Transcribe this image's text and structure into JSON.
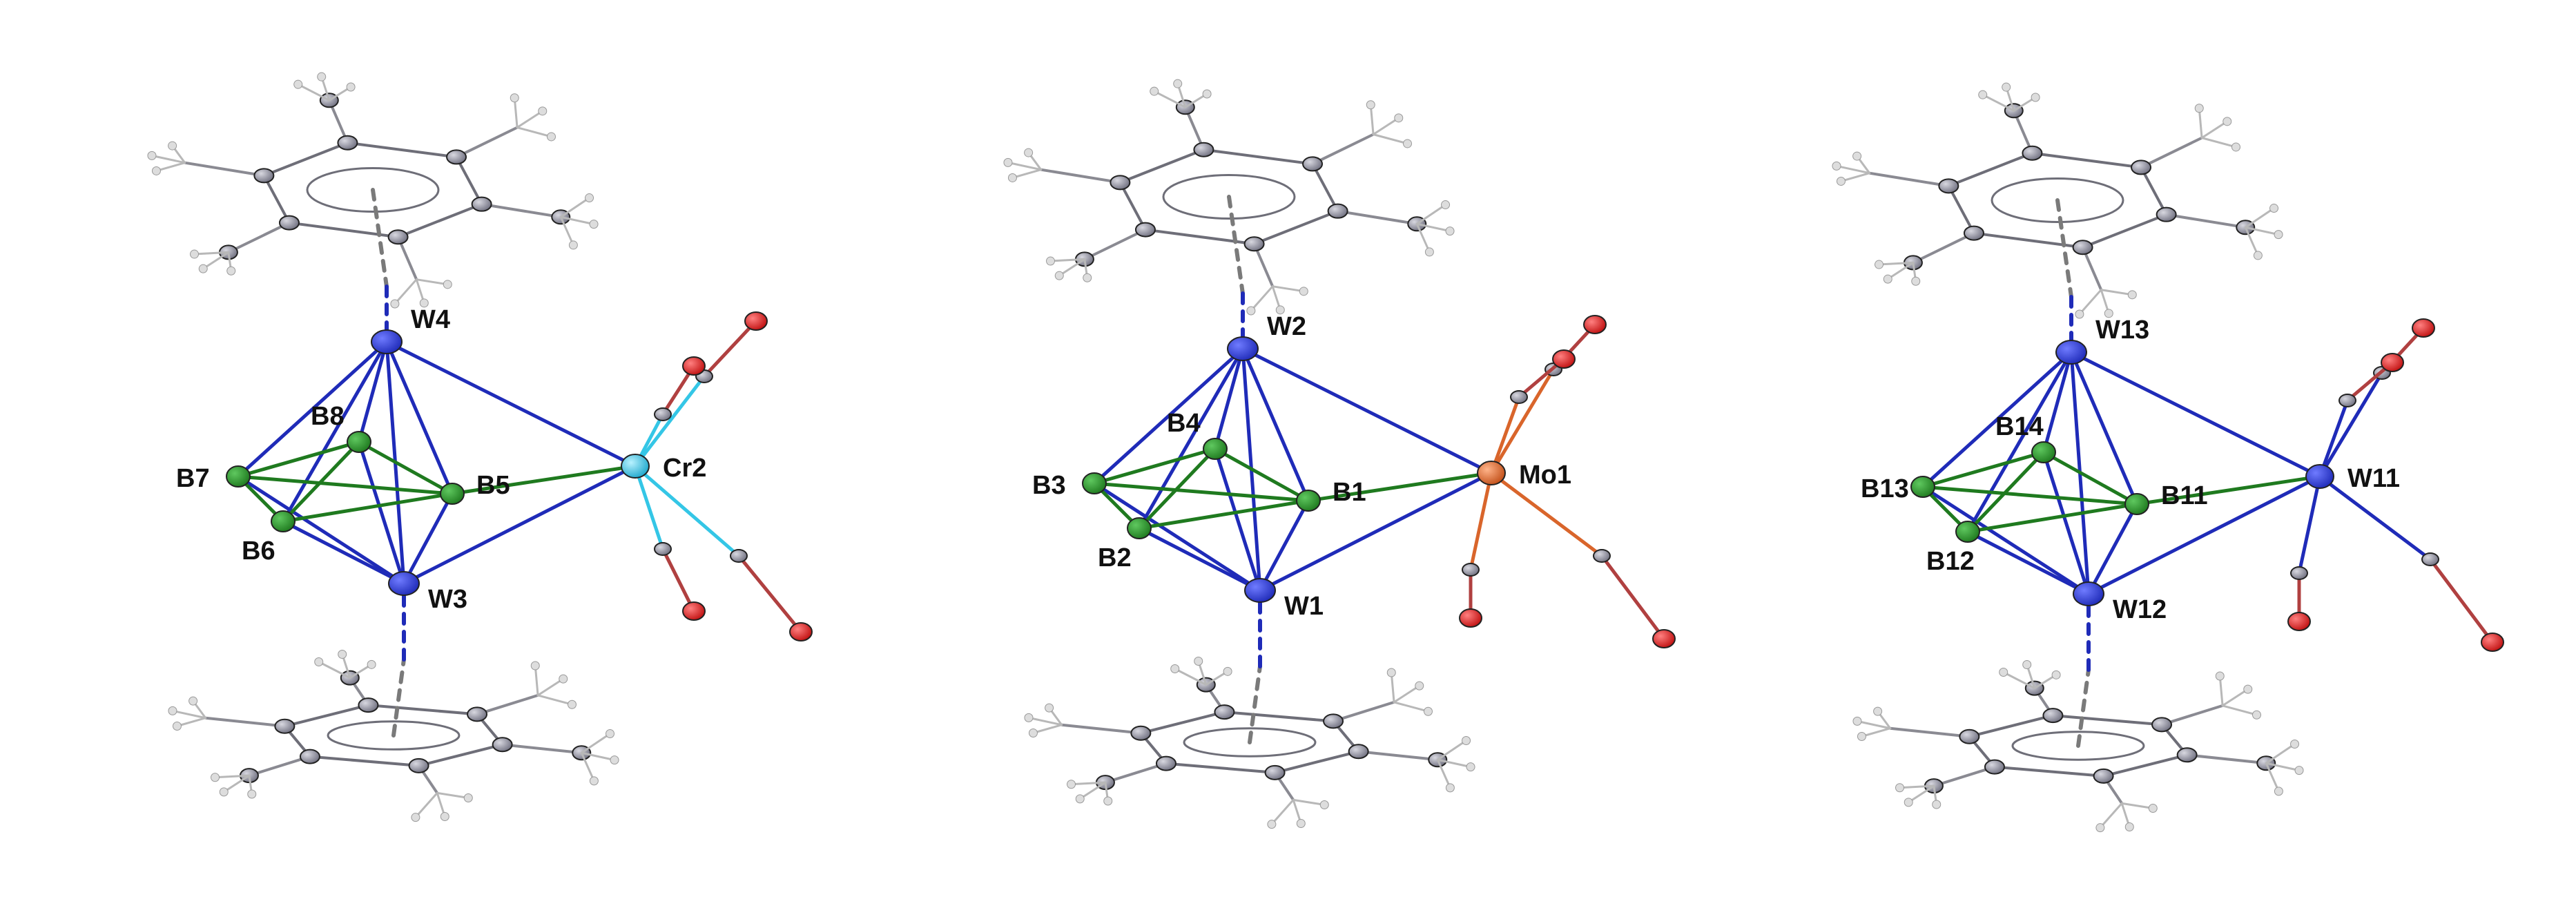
{
  "colors": {
    "background": "#ffffff",
    "tungsten": "#1f2bb8",
    "boron": "#1f7a1f",
    "chromium": "#34c6e6",
    "molybdenum": "#d9652b",
    "oxygen": "#d91a1a",
    "carbon": "#8a8a96",
    "hydrogen": "#d0d0d0",
    "dashed_centroid": "#7a7a7a"
  },
  "structures": [
    {
      "labels": {
        "Wtop": "W4",
        "Wbot": "W3",
        "Ba": "B7",
        "Bb": "B8",
        "Bc": "B6",
        "Bd": "B5",
        "M": "Cr2"
      },
      "metal_color": "chromium"
    },
    {
      "labels": {
        "Wtop": "W2",
        "Wbot": "W1",
        "Ba": "B3",
        "Bb": "B4",
        "Bc": "B2",
        "Bd": "B1",
        "M": "Mo1"
      },
      "metal_color": "molybdenum"
    },
    {
      "labels": {
        "Wtop": "W13",
        "Wbot": "W12",
        "Ba": "B13",
        "Bb": "B14",
        "Bc": "B12",
        "Bd": "B11",
        "M": "W11"
      },
      "metal_color": "tungsten"
    }
  ]
}
